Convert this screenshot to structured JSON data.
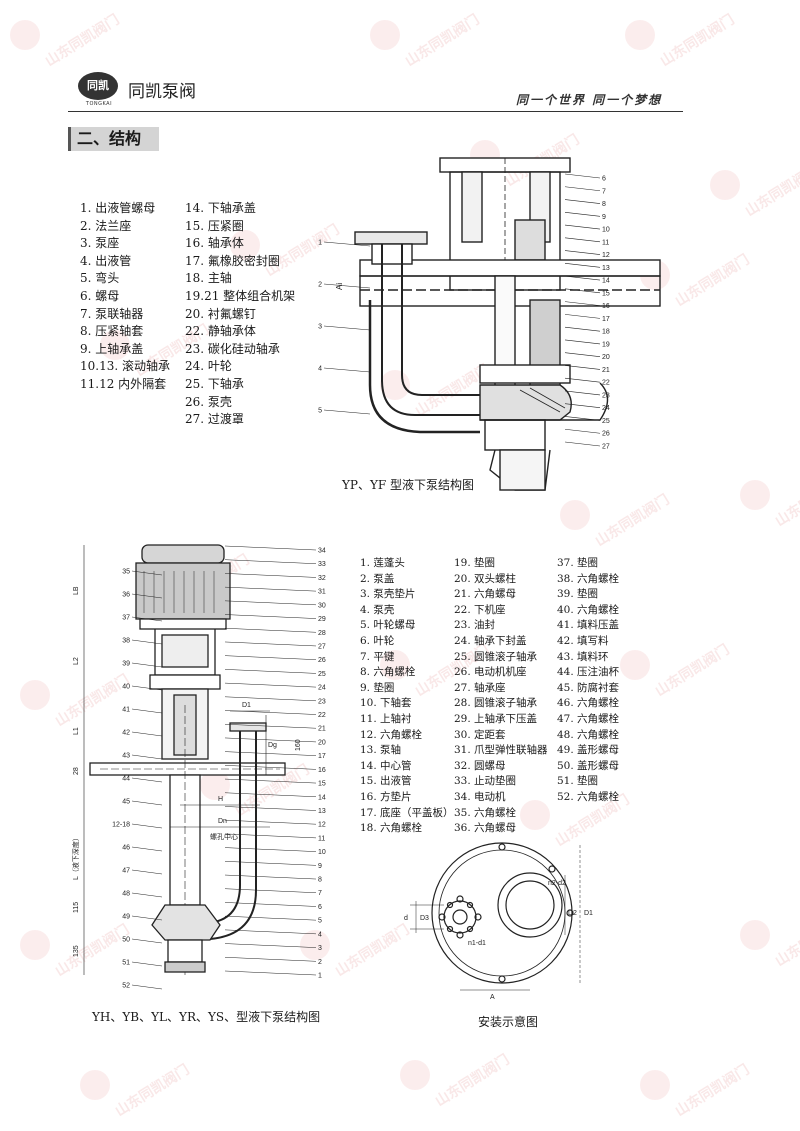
{
  "header": {
    "logo_text": "同凯",
    "logo_subtext": "TONGKAI",
    "company": "同凯泵阀",
    "slogan": "同一个世界  同一个梦想"
  },
  "section_title": "二、结构",
  "watermark": "山东同凯阀门",
  "yp_parts_col1": [
    "1. 出液管螺母",
    "2. 法兰座",
    "3. 泵座",
    "4. 出液管",
    "5. 弯头",
    "6. 螺母",
    "7. 泵联轴器",
    "8. 压紧轴套",
    "9. 上轴承盖",
    "10.13. 滚动轴承",
    "11.12 内外隔套"
  ],
  "yp_parts_col2": [
    "14. 下轴承盖",
    "15. 压紧圈",
    "16. 轴承体",
    "17. 氟橡胶密封圈",
    "18. 主轴",
    "19.21 整体组合机架",
    "20. 衬氟螺钉",
    "22. 静轴承体",
    "23. 碳化硅动轴承",
    "24. 叶轮",
    "25. 下轴承",
    "26. 泵壳",
    "27. 过渡罩"
  ],
  "yp_caption": "YP、YF 型液下泵结构图",
  "yp_left_callouts": [
    "1",
    "2",
    "3",
    "4",
    "5"
  ],
  "yp_right_callouts": [
    "6",
    "7",
    "8",
    "9",
    "10",
    "11",
    "12",
    "13",
    "14",
    "15",
    "16",
    "17",
    "18",
    "19",
    "20",
    "21",
    "22",
    "23",
    "24",
    "25",
    "26",
    "27"
  ],
  "yp_dim_label": "Ai",
  "yh_parts_col1": [
    "1. 莲蓬头",
    "2. 泵盖",
    "3. 泵壳垫片",
    "4. 泵壳",
    "5. 叶轮螺母",
    "6. 叶轮",
    "7. 平键",
    "8. 六角螺栓",
    "9. 垫圈",
    "10. 下轴套",
    "11. 上轴衬",
    "12. 六角螺栓",
    "13. 泵轴",
    "14. 中心管",
    "15. 出液管",
    "16. 方垫片",
    "17. 底座（平盖板）",
    "18. 六角螺栓"
  ],
  "yh_parts_col2": [
    "19. 垫圈",
    "20. 双头螺柱",
    "21. 六角螺母",
    "22. 下机座",
    "23. 油封",
    "24. 轴承下封盖",
    "25. 圆锥滚子轴承",
    "26. 电动机机座",
    "27. 轴承座",
    "28. 圆锥滚子轴承",
    "29. 上轴承下压盖",
    "30. 定距套",
    "31. 爪型弹性联轴器",
    "32. 圆螺母",
    "33. 止动垫圈",
    "34. 电动机",
    "35. 六角螺栓",
    "36. 六角螺母"
  ],
  "yh_parts_col3": [
    "37. 垫圈",
    "38. 六角螺栓",
    "39. 垫圈",
    "40. 六角螺栓",
    "41. 填料压盖",
    "42. 填写料",
    "43. 填料环",
    "44. 压注油杯",
    "45. 防腐衬套",
    "46. 六角螺栓",
    "47. 六角螺栓",
    "48. 六角螺栓",
    "49. 盖形螺母",
    "50. 盖形螺母",
    "51. 垫圈",
    "52. 六角螺栓"
  ],
  "yh_caption": "YH、YB、YL、YR、YS、型液下泵结构图",
  "yh_left_callouts": [
    "35",
    "36",
    "37",
    "38",
    "39",
    "40",
    "41",
    "42",
    "43",
    "44",
    "45",
    "12-18",
    "46",
    "47",
    "48",
    "49",
    "50",
    "51",
    "52"
  ],
  "yh_right_callouts": [
    "34",
    "33",
    "32",
    "31",
    "30",
    "29",
    "28",
    "27",
    "26",
    "25",
    "24",
    "23",
    "22",
    "21",
    "20",
    "17",
    "16",
    "15",
    "14",
    "13",
    "12",
    "11",
    "10",
    "9",
    "8",
    "7",
    "6",
    "5",
    "4",
    "3",
    "2",
    "1"
  ],
  "yh_dims": {
    "lb": "LB",
    "l2": "L2",
    "l1": "L1",
    "l": "L（液下深度）",
    "d28": "28",
    "d115": "115",
    "d135": "135",
    "d1": "D1",
    "dg": "Dg",
    "d160": "160",
    "h": "H",
    "dn": "Dn",
    "center": "螺孔中心"
  },
  "install_caption": "安装示意图",
  "install_labels": {
    "d": "d",
    "d3": "D3",
    "n1d1": "n1-d1",
    "n2d2": "n2-d2",
    "a": "A",
    "d2": "D2",
    "d1": "D1"
  }
}
